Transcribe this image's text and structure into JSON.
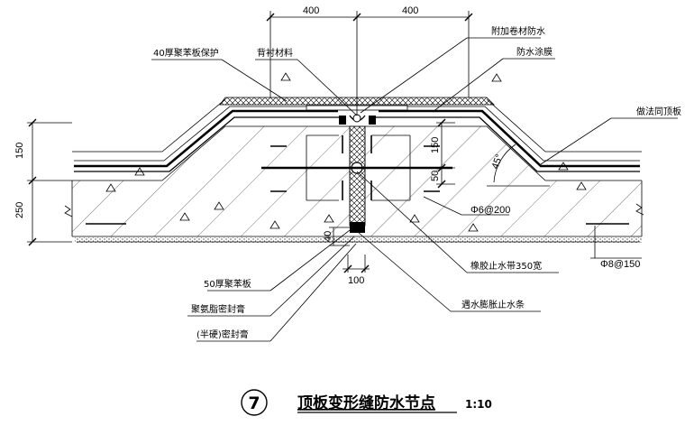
{
  "dimensions": {
    "top_left": "400",
    "top_right": "400",
    "left_upper": "150",
    "left_lower": "250",
    "center_150": "150",
    "center_50": "50",
    "slope_angle": "45°",
    "bottom_40": "40",
    "bottom_100": "100"
  },
  "labels": {
    "left_1": "40厚聚苯板保护",
    "left_2": "背衬材料",
    "right_1": "附加卷材防水",
    "right_2": "防水涂膜",
    "right_3": "做法同顶板",
    "rebar_6": "Φ6@200",
    "rebar_8": "Φ8@150",
    "waterstop": "橡胶止水带350宽",
    "swell_strip": "遇水膨胀止水条",
    "board_50": "50厚聚苯板",
    "sealant_1": "聚氨脂密封膏",
    "sealant_2": "(半硬)密封膏"
  },
  "title": {
    "number": "7",
    "text": "顶板变形缝防水节点",
    "scale": "1:10"
  }
}
